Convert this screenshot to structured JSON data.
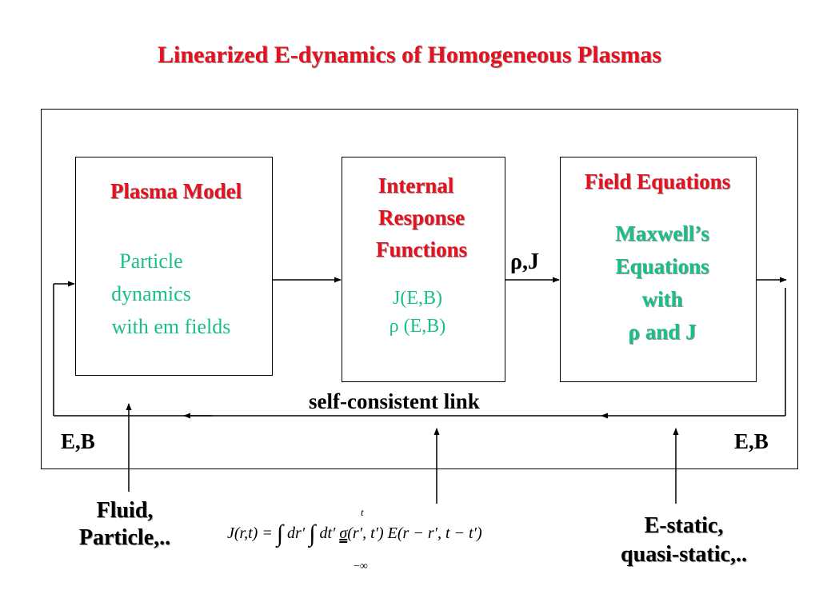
{
  "title": "Linearized E-dynamics of Homogeneous Plasmas",
  "plasma_model": {
    "heading": "Plasma Model",
    "lines": [
      "Particle",
      "dynamics",
      "with em fields"
    ]
  },
  "response": {
    "heading_lines": [
      "Internal",
      "Response",
      "Functions"
    ],
    "lines": [
      "J(E,B)",
      "ρ (E,B)"
    ]
  },
  "field": {
    "heading": "Field Equations",
    "lines": [
      "Maxwell’s",
      "Equations",
      "with",
      "ρ and J"
    ]
  },
  "labels": {
    "rho_j": "ρ,J",
    "self_consistent": "self-consistent link",
    "eb_left": "E,B",
    "eb_right": "E,B",
    "fluid": [
      "Fluid,",
      "Particle,.."
    ],
    "estatic": [
      "E-static,",
      "quasi-static,.."
    ]
  },
  "formula": {
    "lhs": "J(r,t) = ",
    "int1": "∫",
    "dr": " dr′ ",
    "int2": "∫",
    "upper": "t",
    "lower": "−∞",
    "rest_a": " dt′ ",
    "sigma": "σ",
    "rest_b": "(r′, t′) E(r − r′, t − t′)"
  }
}
